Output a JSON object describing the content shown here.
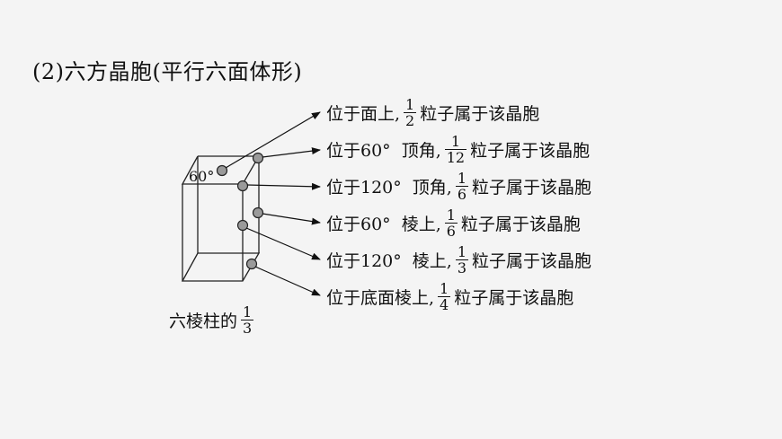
{
  "title": "(2)六方晶胞(平行六面体形)",
  "angle_label": "60°",
  "prism_fraction": {
    "text": "六棱柱的",
    "num": "1",
    "den": "3"
  },
  "labels": [
    {
      "pre": "位于面上,",
      "post": "",
      "num": "1",
      "den": "2",
      "tail": "粒子属于该晶胞"
    },
    {
      "pre": "位于60°",
      "post": "顶角,",
      "num": "1",
      "den": "12",
      "tail": "粒子属于该晶胞"
    },
    {
      "pre": "位于120°",
      "post": "顶角,",
      "num": "1",
      "den": "6",
      "tail": "粒子属于该晶胞"
    },
    {
      "pre": "位于60°",
      "post": "棱上,",
      "num": "1",
      "den": "6",
      "tail": "粒子属于该晶胞"
    },
    {
      "pre": "位于120°",
      "post": "棱上,",
      "num": "1",
      "den": "3",
      "tail": "粒子属于该晶胞"
    },
    {
      "pre": "位于底面棱上,",
      "post": "",
      "num": "1",
      "den": "4",
      "tail": "粒子属于该晶胞"
    }
  ]
}
